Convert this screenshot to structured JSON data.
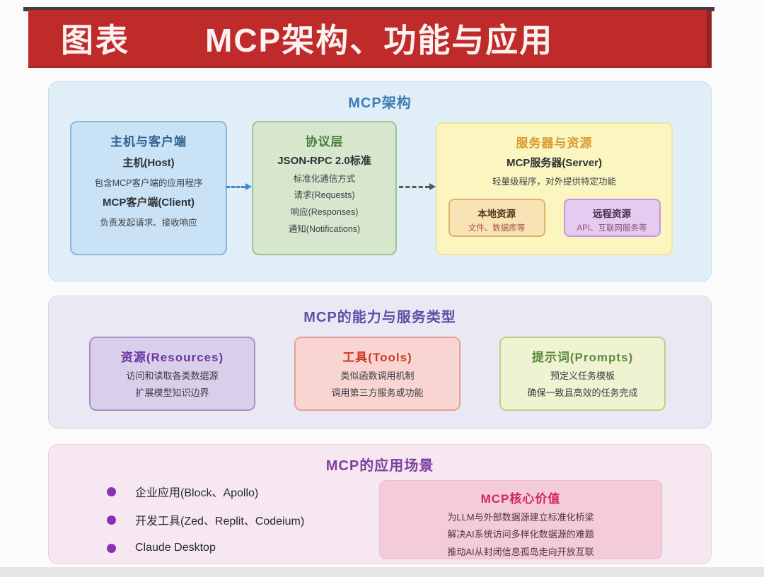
{
  "header": {
    "label": "图表",
    "title": "MCP架构、功能与应用"
  },
  "architecture": {
    "title": "MCP架构",
    "host_box": {
      "title": "主机与客户端",
      "line1": "主机(Host)",
      "line2": "包含MCP客户端的应用程序",
      "line3": "MCP客户端(Client)",
      "line4": "负责发起请求、接收响应"
    },
    "protocol_box": {
      "title": "协议层",
      "line1": "JSON-RPC 2.0标准",
      "line2": "标准化通信方式",
      "line3": "请求(Requests)",
      "line4": "响应(Responses)",
      "line5": "通知(Notifications)"
    },
    "server_box": {
      "title": "服务器与资源",
      "line1": "MCP服务器(Server)",
      "line2": "轻量级程序，对外提供特定功能",
      "local_box": {
        "title": "本地资源",
        "text": "文件、数据库等"
      },
      "remote_box": {
        "title": "远程资源",
        "text": "API、互联网服务等"
      }
    }
  },
  "capabilities": {
    "title": "MCP的能力与服务类型",
    "resources_box": {
      "title": "资源(Resources)",
      "line1": "访问和读取各类数据源",
      "line2": "扩展模型知识边界"
    },
    "tools_box": {
      "title": "工具(Tools)",
      "line1": "类似函数调用机制",
      "line2": "调用第三方服务或功能"
    },
    "prompts_box": {
      "title": "提示词(Prompts)",
      "line1": "预定义任务模板",
      "line2": "确保一致且高效的任务完成"
    }
  },
  "applications": {
    "title": "MCP的应用场景",
    "bullets": [
      "企业应用(Block、Apollo)",
      "开发工具(Zed、Replit、Codeium)",
      "Claude Desktop"
    ],
    "core_value_box": {
      "title": "MCP核心价值",
      "line1": "为LLM与外部数据源建立标准化桥梁",
      "line2": "解决AI系统访问多样化数据源的难题",
      "line3": "推动AI从封闭信息孤岛走向开放互联"
    }
  },
  "colors": {
    "banner_red": "#bf2b2b",
    "architecture_title_blue": "#3c7cb4",
    "capabilities_title_purple": "#5b50a8",
    "applications_title_purple": "#7d3fa0",
    "tools_red": "#cc3a28",
    "core_value_red": "#d02858",
    "bullet_purple": "#8b2fb5"
  }
}
